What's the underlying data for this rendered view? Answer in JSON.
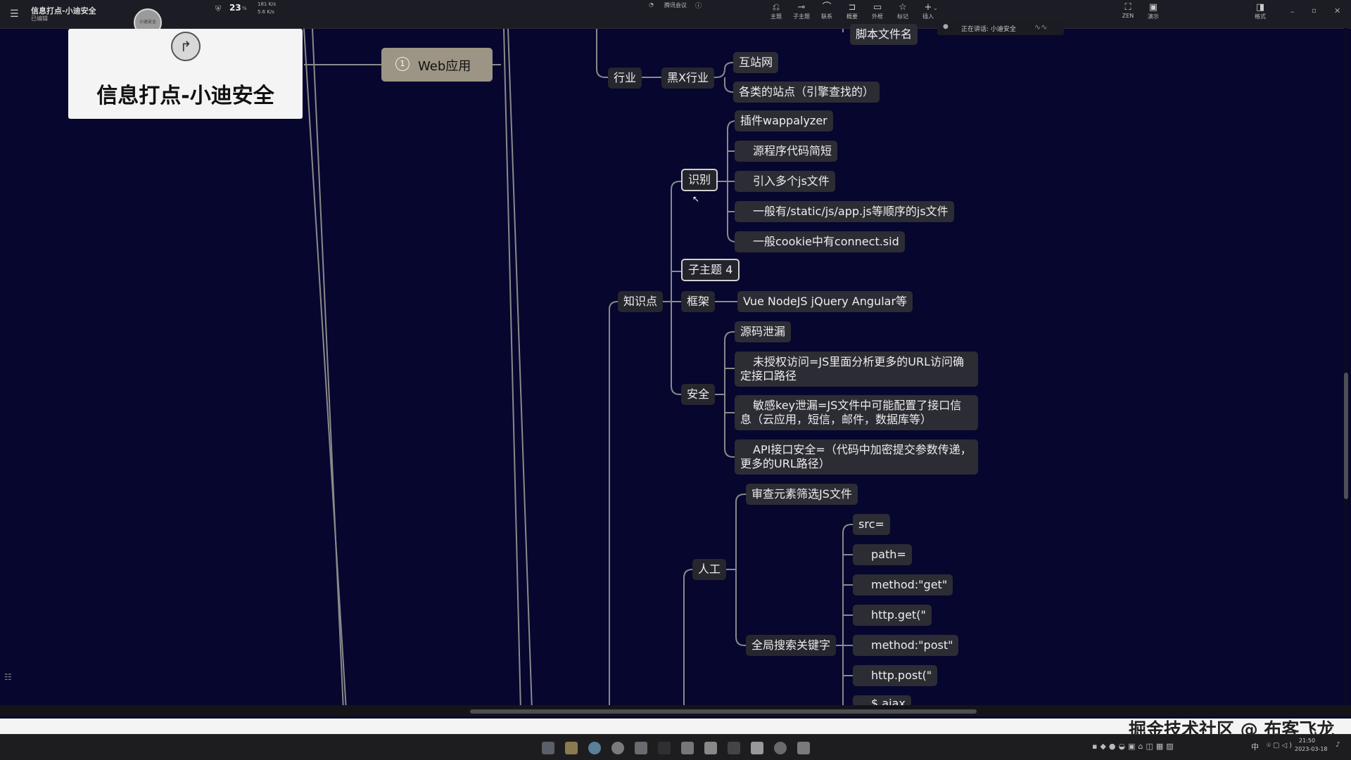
{
  "window": {
    "title": "信息打点-小迪安全",
    "subtitle": "已编辑",
    "avatar": "小迪安全",
    "cpu": "23",
    "cpu_unit": "%",
    "net_up": "181 K/s",
    "net_down": "5.6 K/s",
    "meeting": "腾讯会议"
  },
  "toolbar": [
    {
      "glyph": "⎌",
      "label": "主题"
    },
    {
      "glyph": "⊸",
      "label": "子主题"
    },
    {
      "glyph": "⌒",
      "label": "联系"
    },
    {
      "glyph": "⊐",
      "label": "概要"
    },
    {
      "glyph": "▭",
      "label": "外框"
    },
    {
      "glyph": "☆",
      "label": "标记"
    },
    {
      "glyph": "+",
      "label": "插入"
    }
  ],
  "right_tools": [
    {
      "glyph": "⛶",
      "label": "ZEN"
    },
    {
      "glyph": "▣",
      "label": "演示"
    },
    {
      "glyph": "◨",
      "label": "格式"
    }
  ],
  "speaking": "正在讲话: 小迪安全",
  "root": {
    "title": "信息打点-小迪安全"
  },
  "main_topic": {
    "label": "Web应用",
    "number": "1"
  },
  "nodes": {
    "script_name": "脚本文件名",
    "industry": "行业",
    "black_industry": "黑X行业",
    "hz": "互站网",
    "sites": "各类的站点（引擎查找的）",
    "identify": "识别",
    "plugin": "插件wappalyzer",
    "src_short": "源程序代码简短",
    "multi_js": "引入多个js文件",
    "static_js": "一般有/static/js/app.js等顺序的js文件",
    "cookie": "一般cookie中有connect.sid",
    "subtopic4": "子主题 4",
    "knowledge": "知识点",
    "framework": "框架",
    "frameworks": "Vue NodeJS jQuery Angular等",
    "security": "安全",
    "leak": "源码泄漏",
    "unauth": "未授权访问=JS里面分析更多的URL访问确定接口路径",
    "key_leak": "敏感key泄漏=JS文件中可能配置了接口信息（云应用，短信，邮件，数据库等）",
    "api_sec": "API接口安全=（代码中加密提交参数传递，更多的URL路径）",
    "manual": "人工",
    "review": "审查元素筛选JS文件",
    "global_search": "全局搜索关键字",
    "kw1": "src=",
    "kw2": "path=",
    "kw3": "method:\"get\"",
    "kw4": "http.get(\"",
    "kw5": "method:\"post\"",
    "kw6": "http.post(\"",
    "kw7": "$.ajax"
  },
  "watermark": "掘金技术社区 @ 布客飞龙",
  "clock": {
    "time": "21:50",
    "date": "2023-03-18"
  },
  "ime": "中"
}
